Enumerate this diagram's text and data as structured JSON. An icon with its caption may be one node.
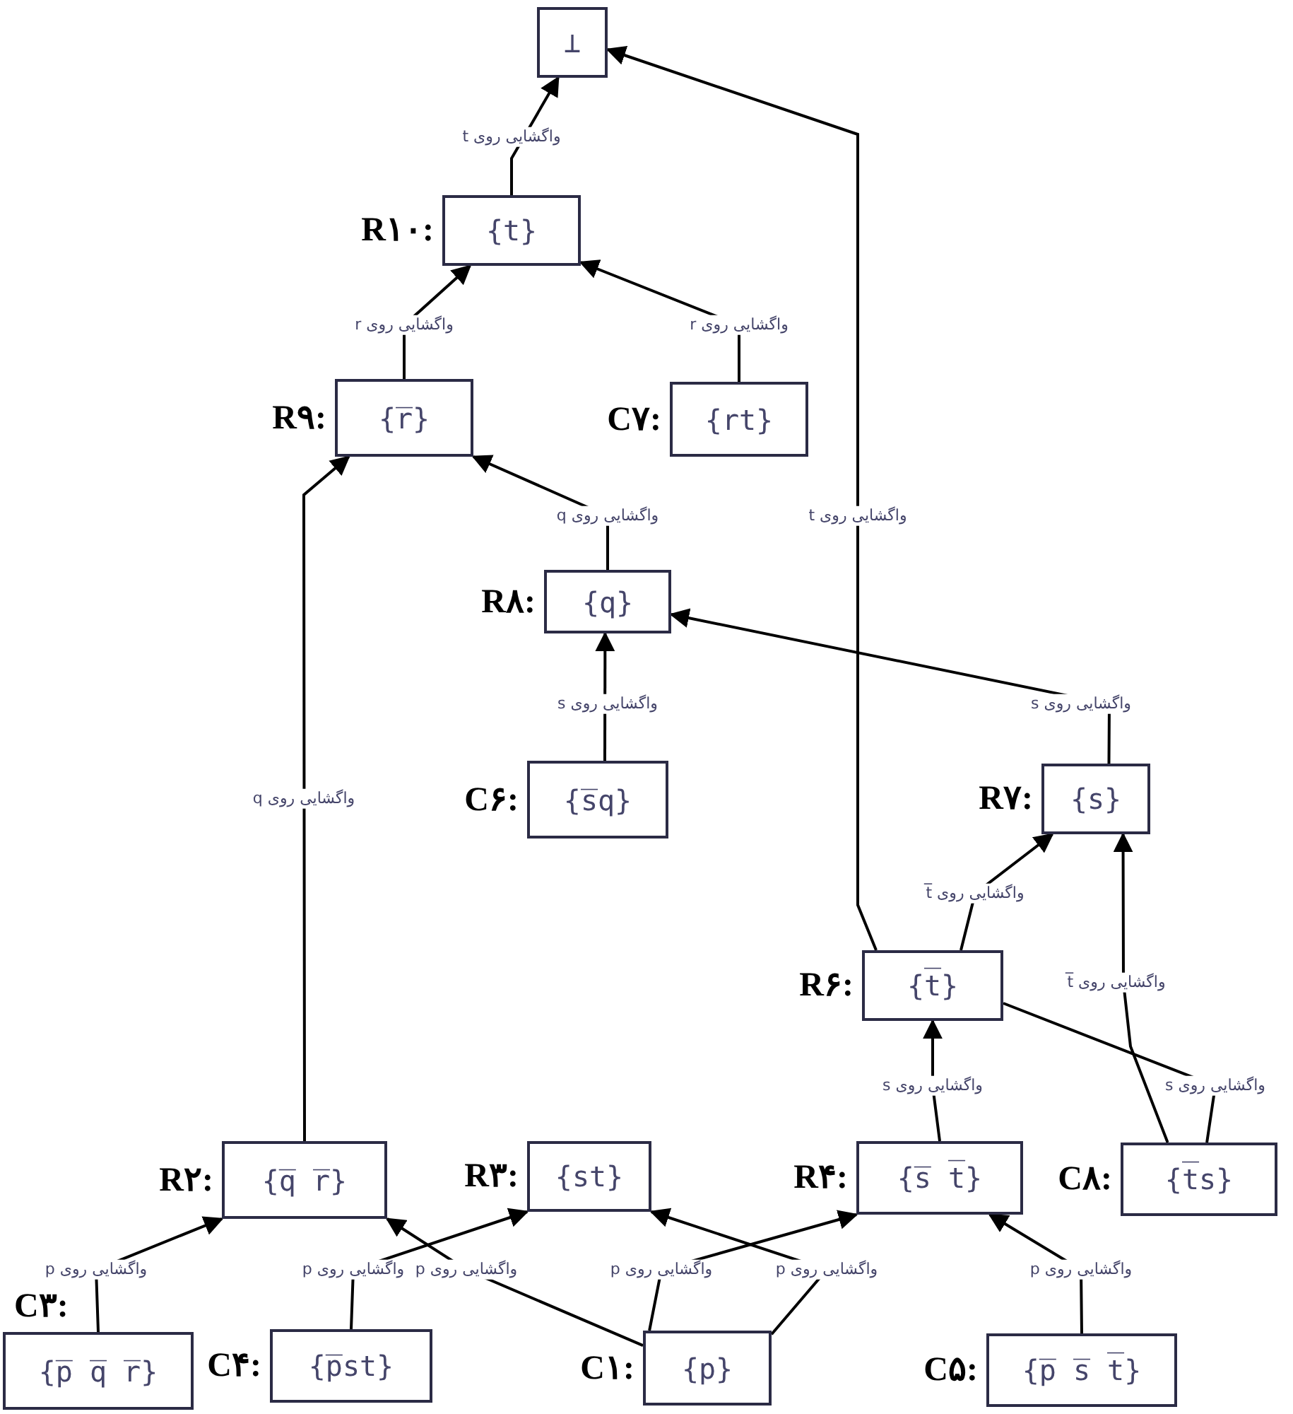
{
  "diagram": {
    "nodes": [
      {
        "text": [
          "⊥"
        ]
      },
      {
        "text": [
          "{t}"
        ],
        "beside": [
          "R۱۰:"
        ]
      },
      {
        "text": [
          "{r̅}"
        ],
        "beside": [
          "R۹:"
        ]
      },
      {
        "text": [
          "{rt}"
        ],
        "beside": [
          "C۷:"
        ]
      },
      {
        "text": [
          "{q}"
        ],
        "beside": [
          "R۸:"
        ]
      },
      {
        "text": [
          "{s̅q}"
        ],
        "beside": [
          "C۶:"
        ]
      },
      {
        "text": [
          "{s}"
        ],
        "beside": [
          "R۷:"
        ]
      },
      {
        "text": [
          "{t̅}"
        ],
        "beside": [
          "R۶:"
        ]
      },
      {
        "text": [
          "{q̅ r̅}"
        ],
        "beside": [
          "R۲:"
        ]
      },
      {
        "text": [
          "{st}"
        ],
        "beside": [
          "R۳:"
        ]
      },
      {
        "text": [
          "{s̅ t̅}"
        ],
        "beside": [
          "R۴:"
        ]
      },
      {
        "text": [
          "{t̅s}"
        ],
        "beside": [
          "C۸:"
        ]
      },
      {
        "text": [
          "{p̅ q̅ r̅}"
        ],
        "beside": [
          "C۳:"
        ]
      },
      {
        "text": [
          "{p̅st}"
        ],
        "beside": [
          "C۴:"
        ]
      },
      {
        "text": [
          "{p}"
        ],
        "beside": [
          "C۱:"
        ]
      },
      {
        "text": [
          "{p̅ s̅ t̅}"
        ],
        "beside": [
          "C۵:"
        ]
      }
    ],
    "edges": [
      {
        "from": 1,
        "to": 0,
        "arrow": "to",
        "label": "واگشایی روی t"
      },
      {
        "from": 7,
        "to": 0,
        "arrow": "to",
        "label": "واگشایی روی t"
      },
      {
        "from": 2,
        "to": 1,
        "arrow": "to",
        "label": "واگشایی روی r"
      },
      {
        "from": 3,
        "to": 1,
        "arrow": "to",
        "label": "واگشایی روی r"
      },
      {
        "from": 4,
        "to": 2,
        "arrow": "to",
        "label": "واگشایی روی q"
      },
      {
        "from": 8,
        "to": 2,
        "arrow": "to",
        "label": "واگشایی روی q"
      },
      {
        "from": 5,
        "to": 4,
        "arrow": "to",
        "label": "واگشایی روی s"
      },
      {
        "from": 6,
        "to": 4,
        "arrow": "to",
        "label": "واگشایی روی s"
      },
      {
        "from": 7,
        "to": 6,
        "arrow": "to",
        "label": "واگشایی روی t̅"
      },
      {
        "from": 11,
        "to": 6,
        "arrow": "to",
        "label": "واگشایی روی t̅"
      },
      {
        "from": 10,
        "to": 7,
        "arrow": "to",
        "label": "واگشایی روی s"
      },
      {
        "from": 11,
        "to": 7,
        "arrow": "none",
        "label": "واگشایی روی s"
      },
      {
        "from": 12,
        "to": 8,
        "arrow": "to",
        "label": "واگشایی روی p"
      },
      {
        "from": 14,
        "to": 8,
        "arrow": "to",
        "label": "واگشایی روی p"
      },
      {
        "from": 13,
        "to": 9,
        "arrow": "to",
        "label": "واگشایی روی p"
      },
      {
        "from": 14,
        "to": 9,
        "arrow": "to",
        "label": "واگشایی روی p"
      },
      {
        "from": 14,
        "to": 10,
        "arrow": "to",
        "label": "واگشایی روی p"
      },
      {
        "from": 15,
        "to": 10,
        "arrow": "to",
        "label": "واگشایی روی p"
      }
    ]
  }
}
